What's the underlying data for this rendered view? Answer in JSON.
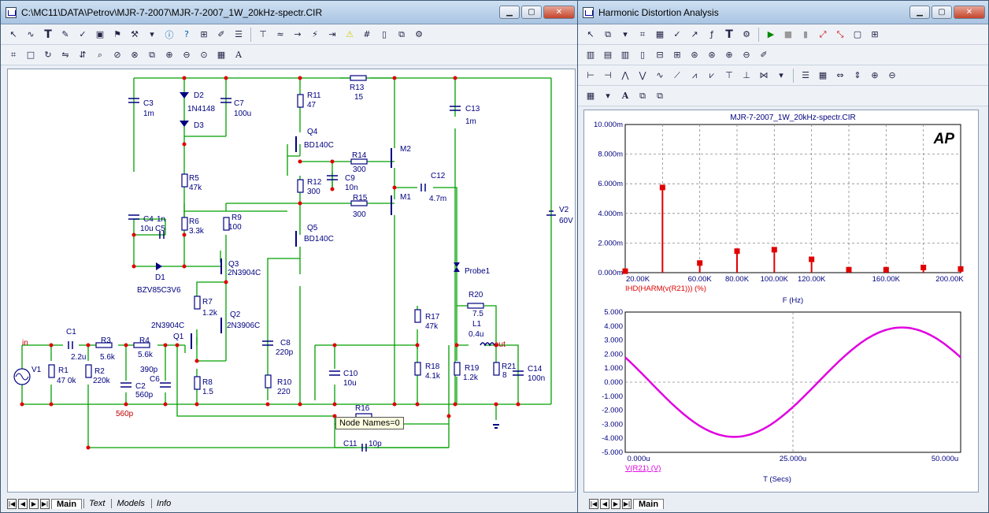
{
  "left_window": {
    "title": "C:\\MC11\\DATA\\Petrov\\MJR-7-2007\\MJR-7-2007_1W_20kHz-spectr.CIR",
    "tabs": [
      "Main",
      "Text",
      "Models",
      "Info"
    ],
    "tooltip": "Node Names=0"
  },
  "right_window": {
    "title": "Harmonic Distortion Analysis",
    "tabs": [
      "Main"
    ]
  },
  "schematic": {
    "labels": {
      "c3": "C3",
      "c3v": "1m",
      "d2": "D2",
      "d2v": "1N4148",
      "d3": "D3",
      "c7": "C7",
      "c7v": "100u",
      "r11": "R11",
      "r11v": "47",
      "r13": "R13",
      "r13v": "15",
      "c13": "C13",
      "c13v": "1m",
      "q4": "Q4",
      "q4v": "BD140C",
      "r14": "R14",
      "r14v": "300",
      "m2": "M2",
      "m1": "M1",
      "r5": "R5",
      "r5v": "47k",
      "r12": "R12",
      "r12v": "300",
      "c9": "C9",
      "c9v": "10n",
      "r15": "R15",
      "r15v": "300",
      "c12": "C12",
      "c12v": "4.7m",
      "c4": "C4",
      "c4v": "10u",
      "c5": "C5",
      "c5v": "1n",
      "r6": "R6",
      "r6v": "3.3k",
      "r9": "R9",
      "r9v": "100",
      "q5": "Q5",
      "q5v": "BD140C",
      "v2": "V2",
      "v2v": "60V",
      "d1": "D1",
      "d1v": "BZV85C3V6",
      "q3": "Q3",
      "q3v": "2N3904C",
      "probe": "Probe1",
      "r7": "R7",
      "r7v": "1.2k",
      "q2": "Q2",
      "q2v": "2N3906C",
      "r20": "R20",
      "r20v": "7.5",
      "r17": "R17",
      "r17v": "47k",
      "l1": "L1",
      "l1v": "0.4u",
      "q1v": "2N3904C",
      "q1": "Q1",
      "c1": "C1",
      "c1v": "2.2u",
      "r3": "R3",
      "r3v": "5.6k",
      "r4": "R4",
      "r4v": "5.6k",
      "c8": "C8",
      "c8v": "220p",
      "in": "in",
      "out": "out",
      "v1": "V1",
      "r1": "R1",
      "r1v": "47 0k",
      "r2": "R2",
      "r2v": "220k",
      "c6v": "390p",
      "c6": "C6",
      "c2": "C2",
      "c2v": "560p",
      "r8": "R8",
      "r8v": "1.5",
      "c10": "C10",
      "c10v": "10u",
      "r10": "R10",
      "r10v": "220",
      "r18": "R18",
      "r18v": "4.1k",
      "r19": "R19",
      "r19v": "1.2k",
      "r21": "R21",
      "r21v": "8",
      "c14": "C14",
      "c14v": "100n",
      "c560": "560p",
      "r16": "R16",
      "c11": "C11",
      "c11v": "10p"
    }
  },
  "chart_data": [
    {
      "type": "bar",
      "title": "MJR-7-2007_1W_20kHz-spectr.CIR",
      "badge": "AP",
      "xlabel": "F (Hz)",
      "series_label": "IHD(HARM(v(R21))) (%)",
      "x_ticks": [
        "20.00K",
        "60.00K",
        "80.00K",
        "100.00K",
        "120.00K",
        "160.00K",
        "200.00K"
      ],
      "y_ticks": [
        "10.000m",
        "8.000m",
        "6.000m",
        "4.000m",
        "2.000m",
        "0.000m"
      ],
      "xlim": [
        20000,
        200000
      ],
      "ylim": [
        0,
        10
      ],
      "y_unit": "m",
      "x": [
        20000,
        40000,
        60000,
        80000,
        100000,
        120000,
        140000,
        160000,
        180000,
        200000
      ],
      "values": [
        0.1,
        5.75,
        0.65,
        1.45,
        1.55,
        0.9,
        0.2,
        0.2,
        0.35,
        0.25
      ],
      "color": "#e00000"
    },
    {
      "type": "line",
      "xlabel": "T (Secs)",
      "series_label": "V(R21) (V)",
      "x_ticks": [
        "0.000u",
        "25.000u",
        "50.000u"
      ],
      "y_ticks": [
        "5.000",
        "4.000",
        "3.000",
        "2.000",
        "1.000",
        "0.000",
        "-1.000",
        "-2.000",
        "-3.000",
        "-4.000",
        "-5.000"
      ],
      "xlim": [
        0,
        50
      ],
      "ylim": [
        -5,
        5
      ],
      "amplitude": 3.9,
      "frequency_hz": 20000,
      "phase_deg": 153,
      "color": "#e000e0"
    }
  ]
}
